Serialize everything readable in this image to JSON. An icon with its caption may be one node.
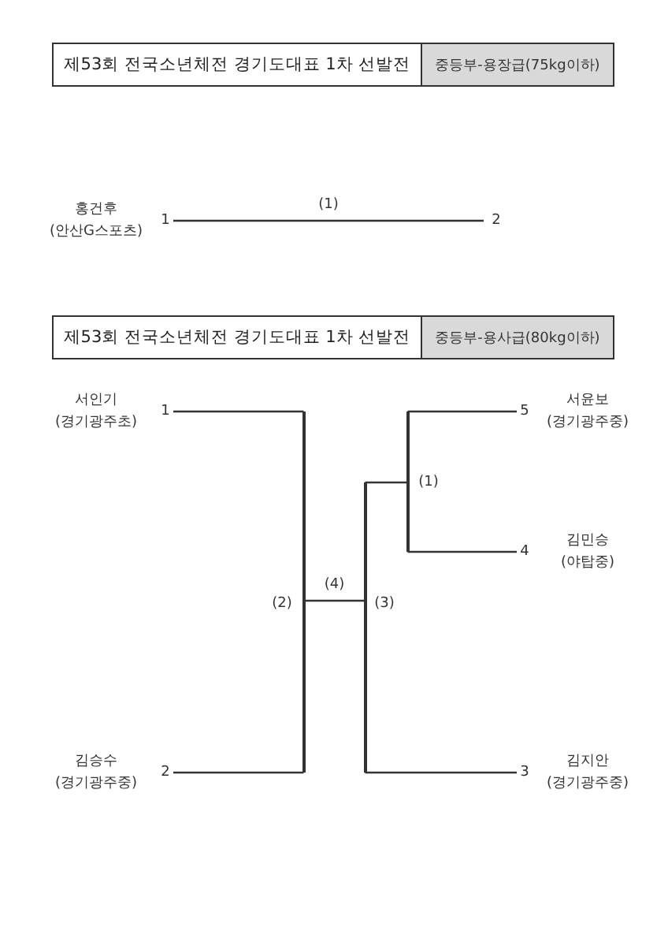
{
  "diagram": {
    "nodes": [
      {
        "text": [
          "제53회 전국소년체전 경기도대표 1차 선발전",
          "중등부-용장급(75kg이하)"
        ]
      },
      {
        "text": [
          "홍건후",
          "(안산G스포츠)"
        ],
        "beside": [
          "1"
        ]
      },
      {
        "text": [
          "2"
        ]
      },
      {
        "text": [
          "제53회 전국소년체전 경기도대표 1차 선발전",
          "중등부-용사급(80kg이하)"
        ]
      },
      {
        "text": [
          "서인기",
          "(경기광주초)"
        ],
        "beside": [
          "1"
        ]
      },
      {
        "text": [
          "김승수",
          "(경기광주중)"
        ],
        "beside": [
          "2"
        ]
      },
      {
        "text": [
          "서윤보",
          "(경기광주중)"
        ],
        "beside": [
          "5"
        ]
      },
      {
        "text": [
          "김민승",
          "(야탑중)"
        ],
        "beside": [
          "4"
        ]
      },
      {
        "text": [
          "김지안",
          "(경기광주중)"
        ],
        "beside": [
          "3"
        ]
      },
      {
        "text": [],
        "shape": "bar",
        "beside": [
          "(2)"
        ]
      },
      {
        "text": [],
        "shape": "bar",
        "beside": [
          "(1)"
        ]
      },
      {
        "text": [],
        "shape": "bar",
        "beside": [
          "(3)"
        ]
      }
    ],
    "edges": [
      {
        "from": 1,
        "to": 2,
        "arrow": "none",
        "label": "(1)"
      },
      {
        "from": 4,
        "to": 9,
        "arrow": "none"
      },
      {
        "from": 5,
        "to": 9,
        "arrow": "none"
      },
      {
        "from": 6,
        "to": 10,
        "arrow": "none"
      },
      {
        "from": 7,
        "to": 10,
        "arrow": "none"
      },
      {
        "from": 10,
        "to": 11,
        "arrow": "none"
      },
      {
        "from": 8,
        "to": 11,
        "arrow": "none"
      },
      {
        "from": 9,
        "to": 11,
        "arrow": "none",
        "label": "(4)"
      }
    ]
  }
}
